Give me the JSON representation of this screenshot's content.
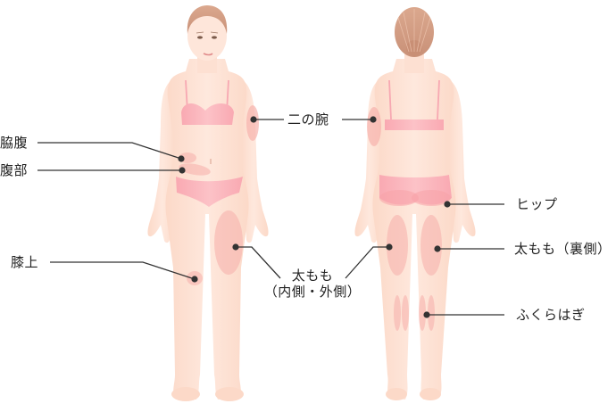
{
  "title": "Body areas diagram (front and back)",
  "colors": {
    "skin": "#fde3d6",
    "skin_shade": "#f9d2c2",
    "bikini": "#fbb6bd",
    "highlight": "#f7b2ad",
    "hair": "#d9a48a",
    "line": "#333333",
    "dot": "#333333"
  },
  "figures": [
    {
      "name": "front",
      "view": "front"
    },
    {
      "name": "back",
      "view": "back"
    }
  ],
  "labels": {
    "flank": "脇腹",
    "abdomen": "腹部",
    "above_knee": "膝上",
    "upper_arm": "二の腕",
    "thigh_line1": "太もも",
    "thigh_line2": "（内側・外側）",
    "hip": "ヒップ",
    "thigh_back": "太もも（裏側）",
    "calf": "ふくらはぎ"
  }
}
